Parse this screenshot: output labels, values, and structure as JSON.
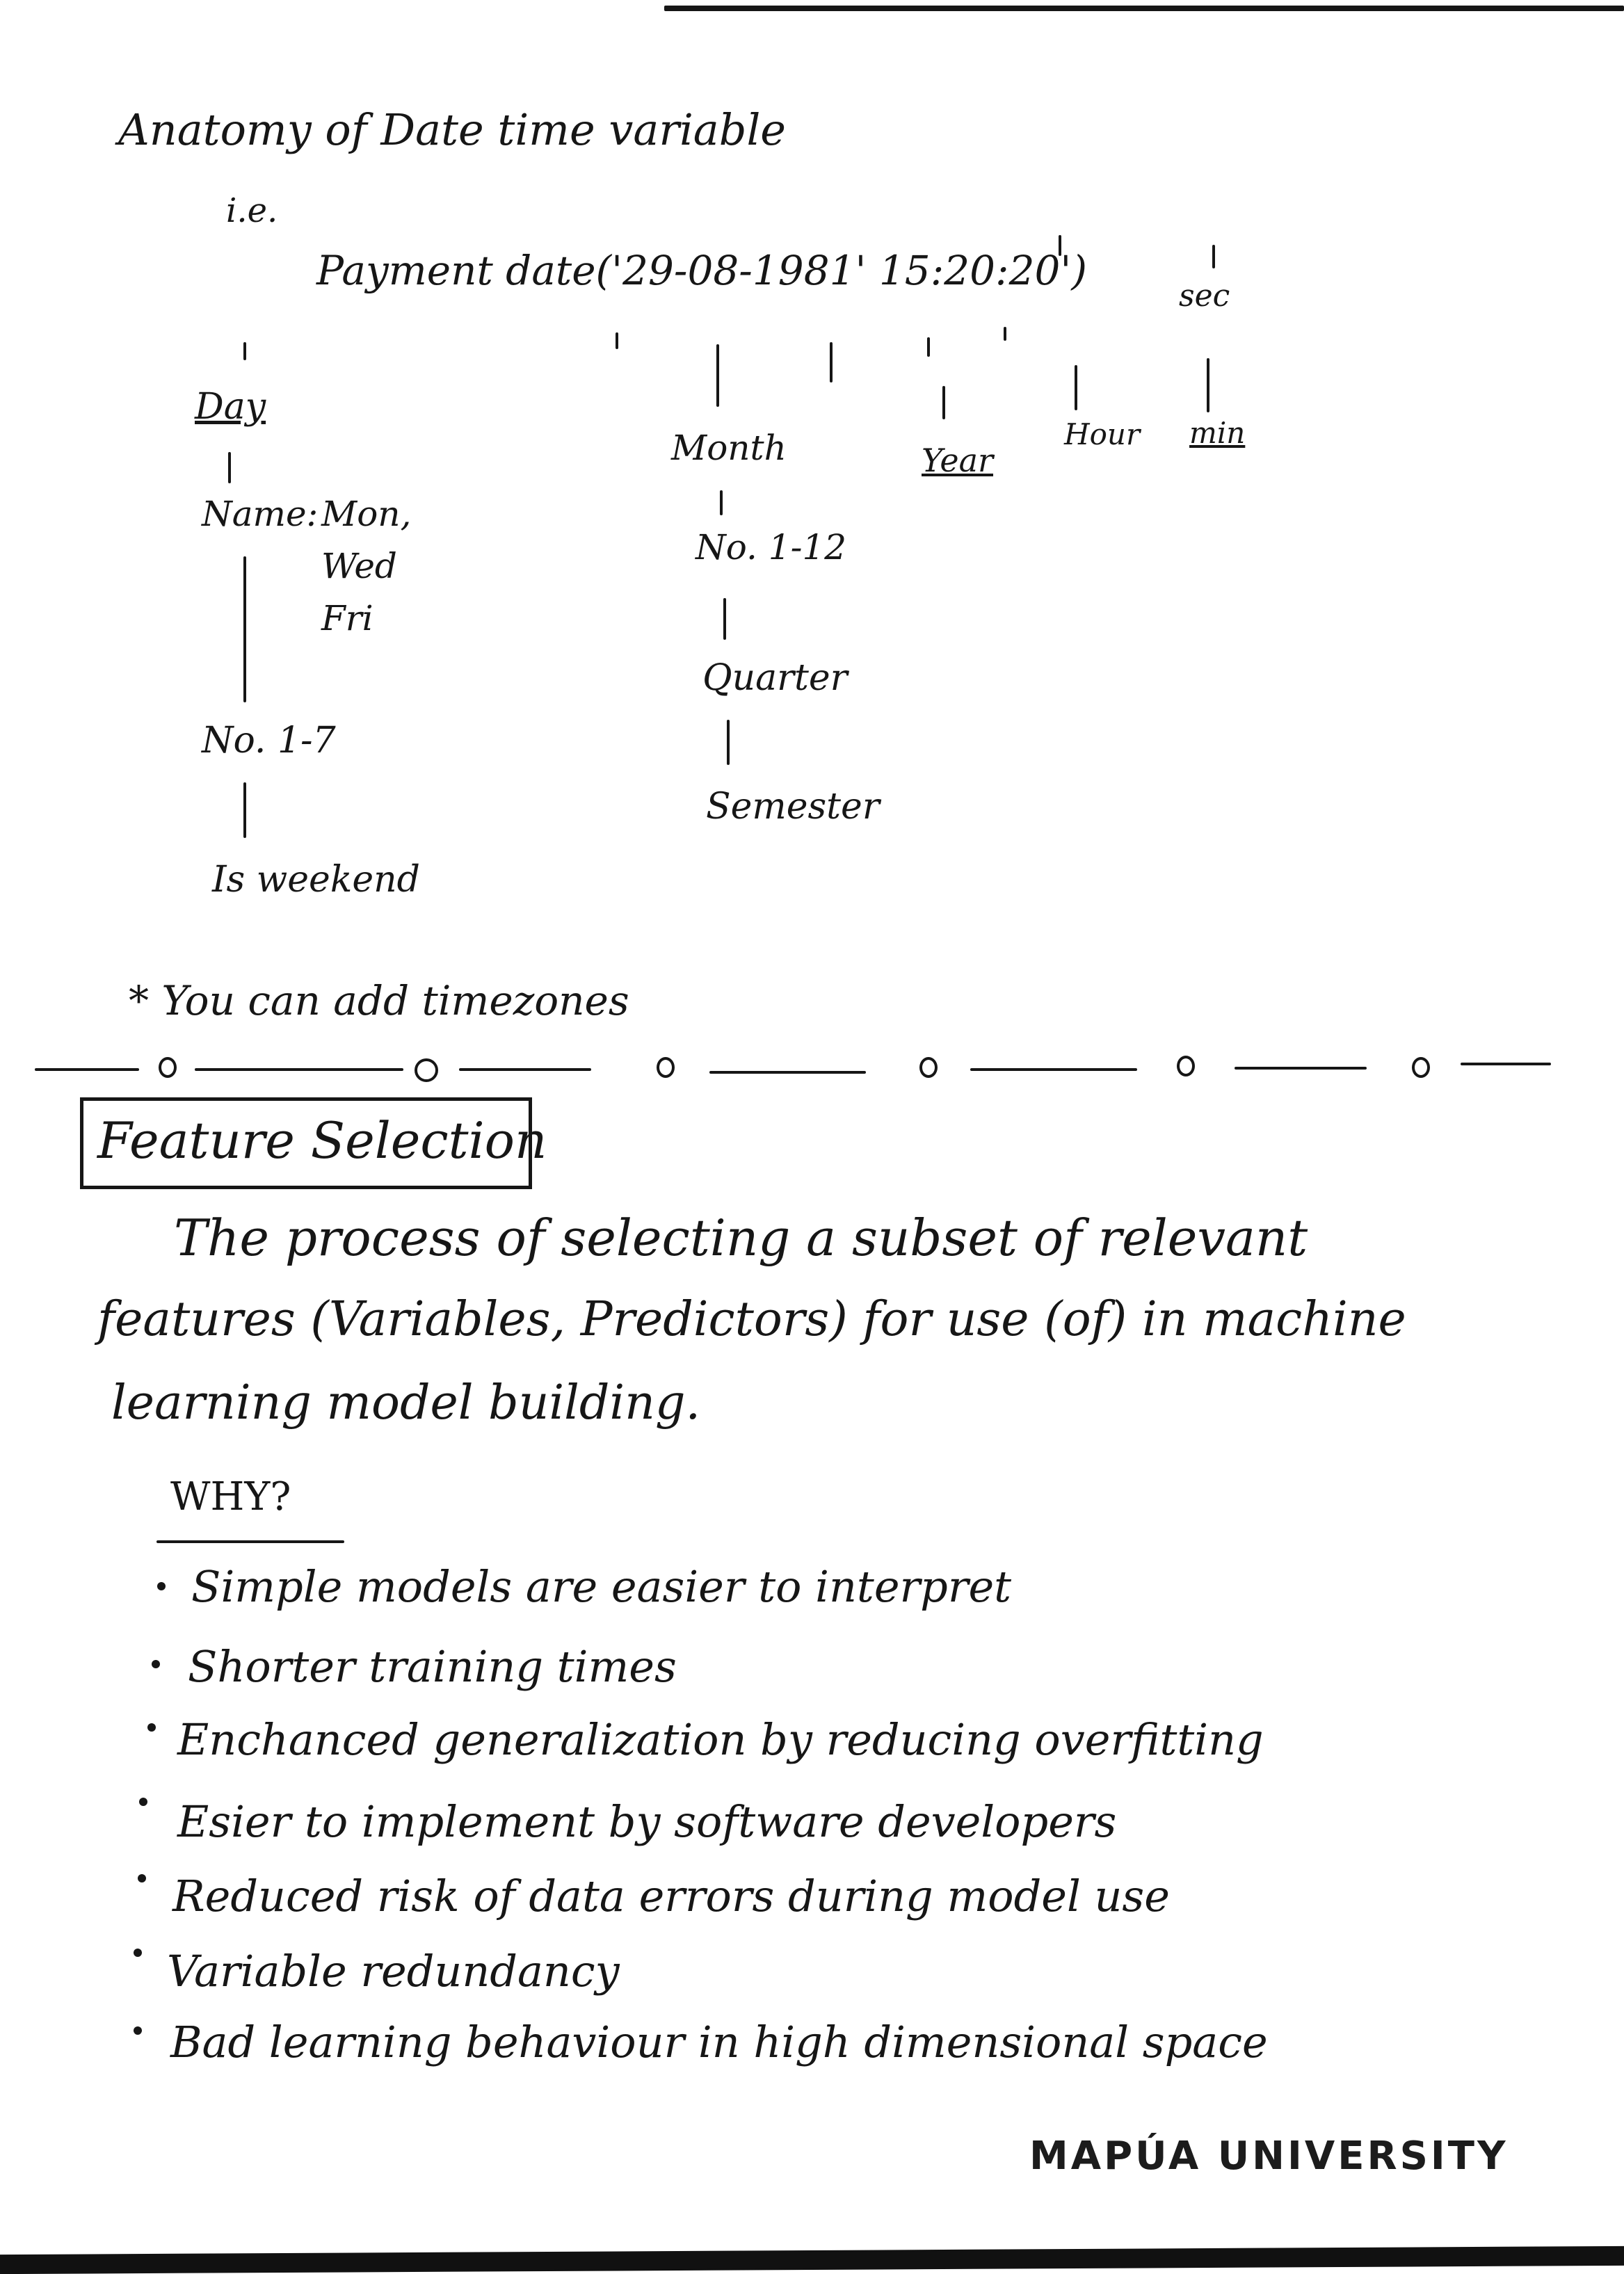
{
  "anatomy": {
    "title": "Anatomy of Date time variable",
    "ie": "i.e.",
    "example": "Payment date('29-08-1981' 15:20:20')",
    "sec": "sec",
    "day": {
      "label": "Day",
      "name_label": "Name:",
      "names": [
        "Mon,",
        "Wed",
        "Fri"
      ],
      "number": "No. 1-7",
      "weekend": "Is weekend"
    },
    "month": {
      "label": "Month",
      "number": "No. 1-12",
      "quarter": "Quarter",
      "semester": "Semester"
    },
    "year": "Year",
    "hour": "Hour",
    "min": "min",
    "note": "* You can add timezones"
  },
  "feature_selection": {
    "title": "Feature Selection",
    "definition": [
      "The process of selecting a subset of relevant",
      "features (Variables, Predictors) for use (of) in machine",
      "learning model building."
    ],
    "why_heading": "WHY?",
    "reasons": [
      "Simple models are easier to interpret",
      "Shorter training times",
      "Enchanced generalization by reducing overfitting",
      "Esier to implement by software developers",
      "Reduced risk of data errors during model use",
      "Variable redundancy",
      "Bad learning behaviour in high dimensional space"
    ]
  },
  "footer": {
    "logo_text": "MAPÚA UNIVERSITY"
  }
}
